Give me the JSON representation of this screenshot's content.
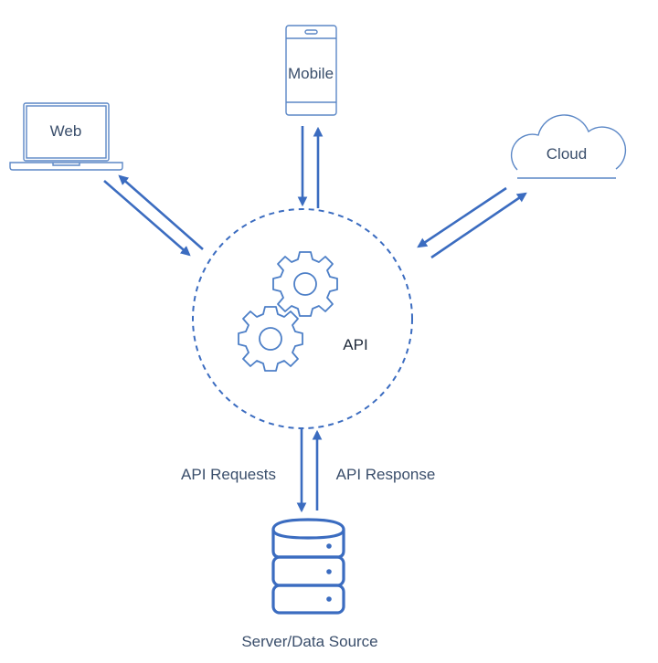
{
  "nodes": {
    "web": "Web",
    "mobile": "Mobile",
    "cloud": "Cloud",
    "api": "API",
    "server": "Server/Data Source"
  },
  "edges": {
    "requests": "API Requests",
    "response": "API Response"
  },
  "colors": {
    "accent": "#3b6cc0",
    "icon": "#5b87c6",
    "label": "#3a4e6b"
  }
}
